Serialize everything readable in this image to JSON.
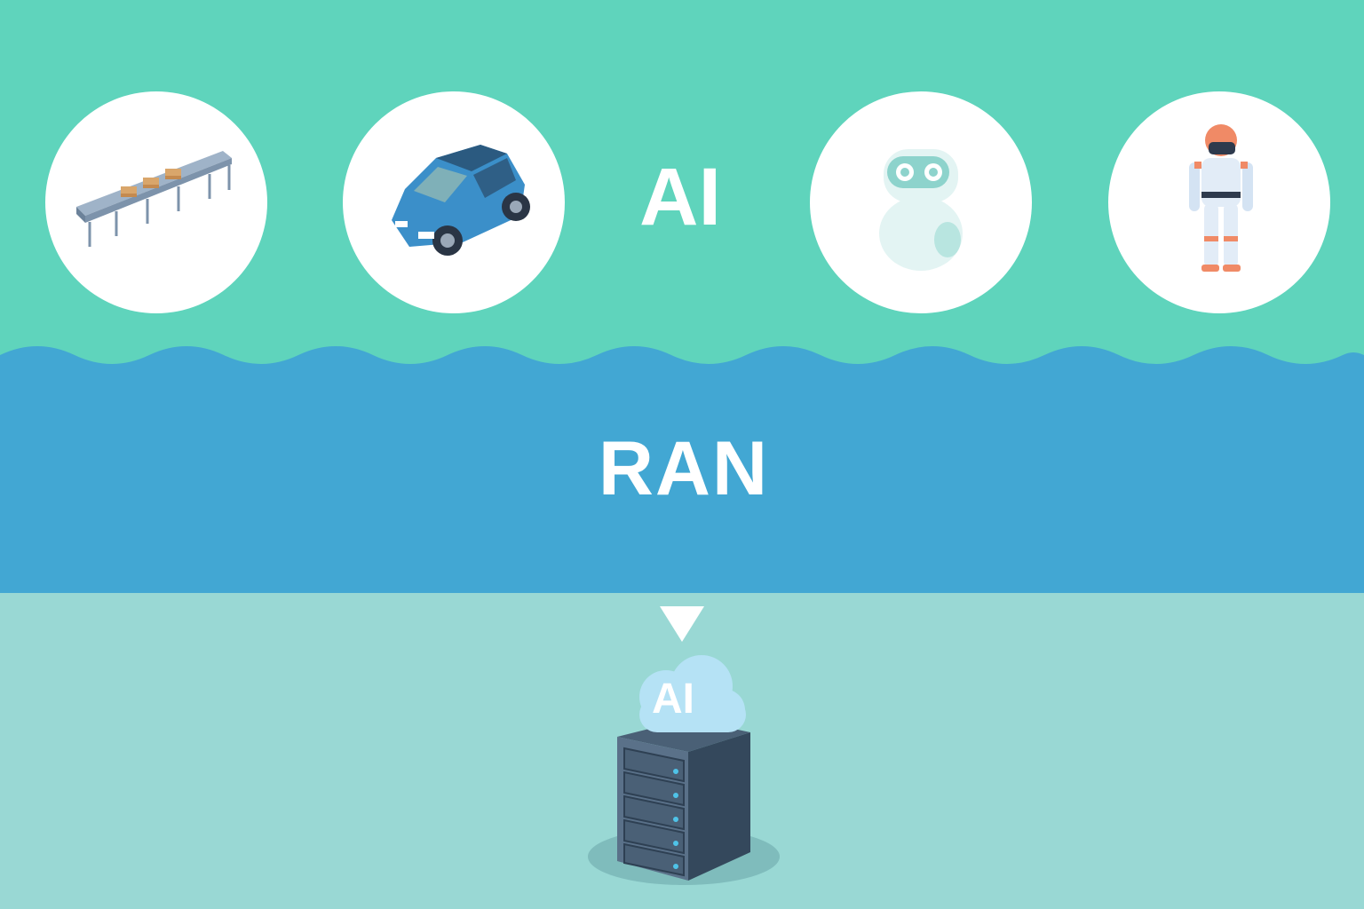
{
  "top_layer": {
    "label": "AI",
    "devices": [
      {
        "icon": "conveyor-belt-icon"
      },
      {
        "icon": "car-icon"
      },
      {
        "icon": "service-robot-icon"
      },
      {
        "icon": "humanoid-robot-icon"
      }
    ]
  },
  "middle_layer": {
    "label": "RAN"
  },
  "bottom_layer": {
    "cloud_label": "AI",
    "icon": "server-rack-icon"
  },
  "colors": {
    "top": "#5fd4bc",
    "middle": "#42a7d3",
    "bottom": "#99d8d4"
  }
}
